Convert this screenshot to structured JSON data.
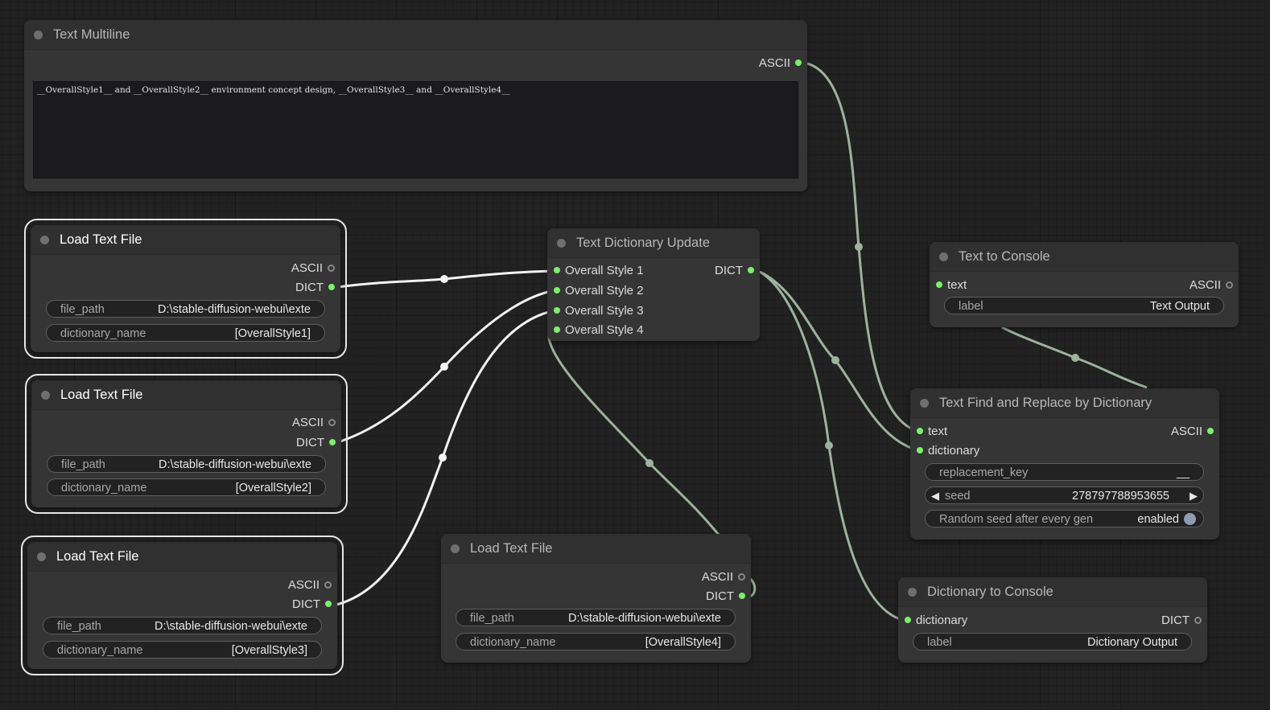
{
  "colors": {
    "canvas": "#222222",
    "node_body": "#353535",
    "node_title_bar": "#303030",
    "connected_slot": "#7cf06c",
    "wire_selected": "#f2f2f2",
    "wire_default": "#9cb39c"
  },
  "nodes": {
    "text_multiline": {
      "title": "Text Multiline",
      "out_ascii": "ASCII",
      "text": "__OverallStyle1__ and __OverallStyle2__ environment concept design, __OverallStyle3__ and __OverallStyle4__"
    },
    "load1": {
      "title": "Load Text File",
      "out_ascii": "ASCII",
      "out_dict": "DICT",
      "file_path_label": "file_path",
      "file_path_value": "D:\\stable-diffusion-webui\\exte",
      "dict_name_label": "dictionary_name",
      "dict_name_value": "[OverallStyle1]"
    },
    "load2": {
      "title": "Load Text File",
      "out_ascii": "ASCII",
      "out_dict": "DICT",
      "file_path_label": "file_path",
      "file_path_value": "D:\\stable-diffusion-webui\\exte",
      "dict_name_label": "dictionary_name",
      "dict_name_value": "[OverallStyle2]"
    },
    "load3": {
      "title": "Load Text File",
      "out_ascii": "ASCII",
      "out_dict": "DICT",
      "file_path_label": "file_path",
      "file_path_value": "D:\\stable-diffusion-webui\\exte",
      "dict_name_label": "dictionary_name",
      "dict_name_value": "[OverallStyle3]"
    },
    "load4": {
      "title": "Load Text File",
      "out_ascii": "ASCII",
      "out_dict": "DICT",
      "file_path_label": "file_path",
      "file_path_value": "D:\\stable-diffusion-webui\\exte",
      "dict_name_label": "dictionary_name",
      "dict_name_value": "[OverallStyle4]"
    },
    "dict_update": {
      "title": "Text Dictionary Update",
      "inputs": [
        "Overall Style 1",
        "Overall Style 2",
        "Overall Style 3",
        "Overall Style 4"
      ],
      "out_dict": "DICT"
    },
    "text_to_console": {
      "title": "Text to Console",
      "in_text": "text",
      "out_ascii": "ASCII",
      "label_name": "label",
      "label_value": "Text Output"
    },
    "find_replace": {
      "title": "Text Find and Replace by Dictionary",
      "in_text": "text",
      "in_dictionary": "dictionary",
      "out_ascii": "ASCII",
      "replacement_key_label": "replacement_key",
      "replacement_key_value": "__",
      "seed_label": "seed",
      "seed_value": "278797788953655",
      "random_seed_label": "Random seed after every gen",
      "random_seed_value": "enabled"
    },
    "dict_to_console": {
      "title": "Dictionary to Console",
      "in_dictionary": "dictionary",
      "out_dict": "DICT",
      "label_name": "label",
      "label_value": "Dictionary Output"
    }
  }
}
